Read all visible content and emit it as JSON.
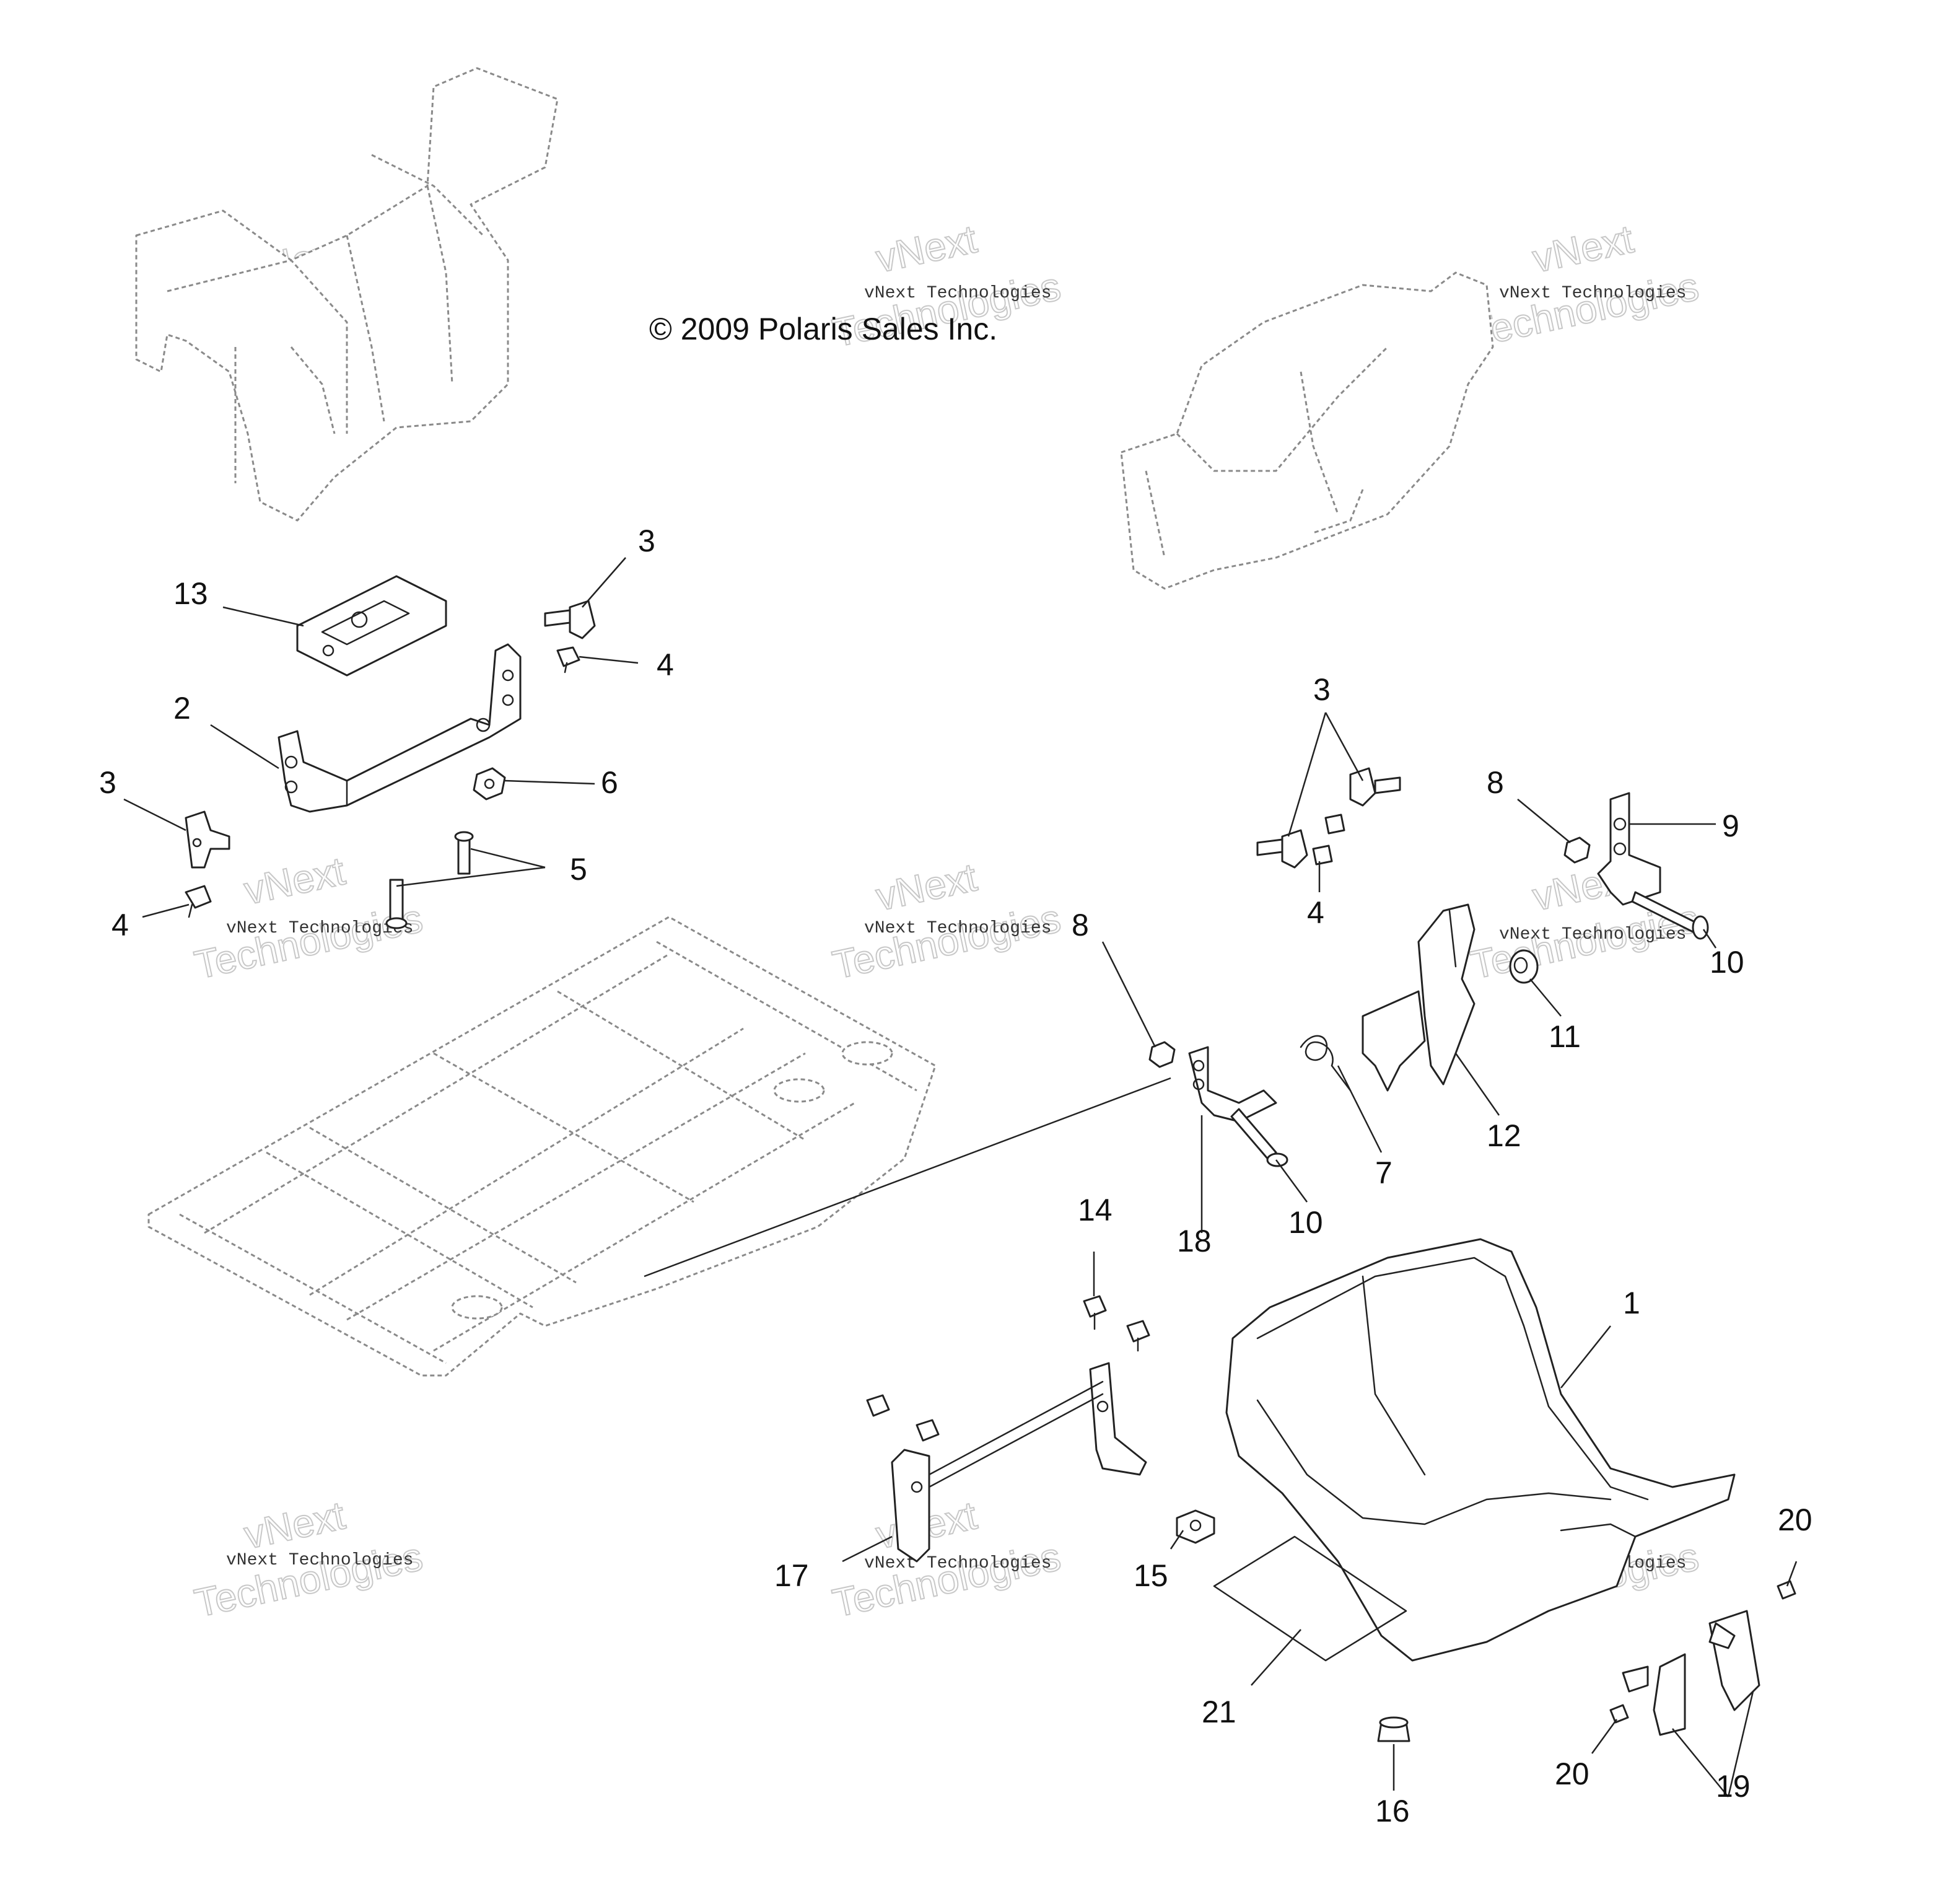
{
  "copyright": "© 2009 Polaris Sales Inc.",
  "watermark": {
    "line_small": "vNext Technologies",
    "line_big_1": "vNext",
    "line_big_2": "Technologies"
  },
  "callouts": {
    "c1": "1",
    "c2": "2",
    "c3a": "3",
    "c3b": "3",
    "c3c": "3",
    "c4a": "4",
    "c4b": "4",
    "c4c": "4",
    "c5": "5",
    "c6": "6",
    "c7": "7",
    "c8a": "8",
    "c8b": "8",
    "c9": "9",
    "c10a": "10",
    "c10b": "10",
    "c11": "11",
    "c12": "12",
    "c13": "13",
    "c14": "14",
    "c15": "15",
    "c16": "16",
    "c17": "17",
    "c18": "18",
    "c19": "19",
    "c20a": "20",
    "c20b": "20",
    "c21": "21"
  }
}
